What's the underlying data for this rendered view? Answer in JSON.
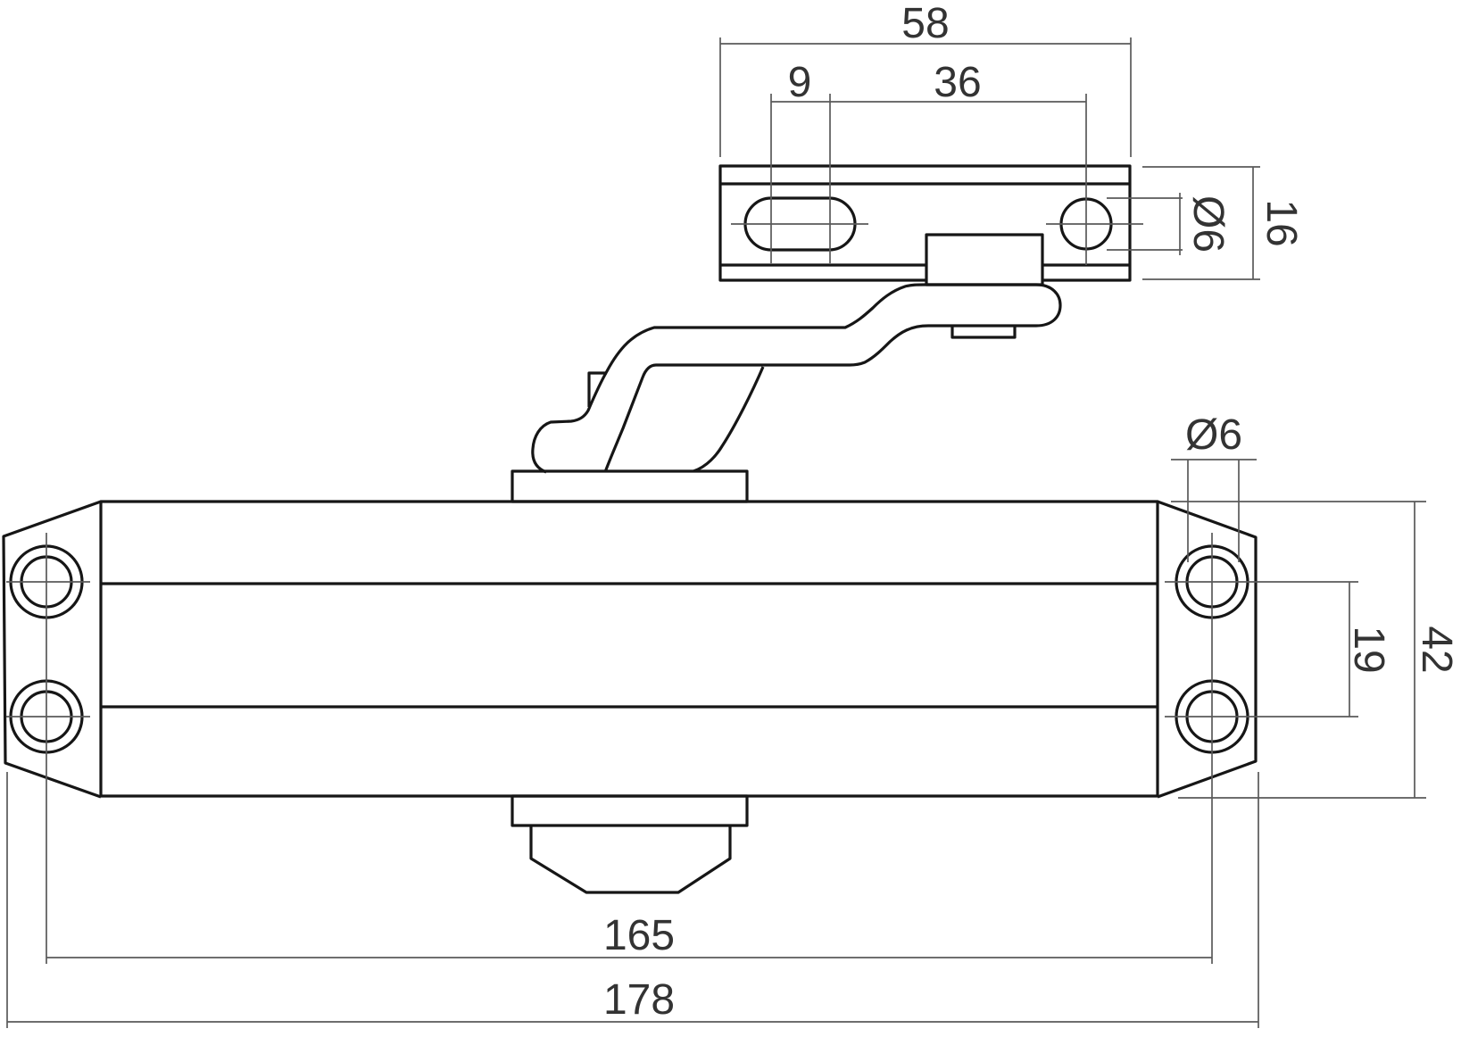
{
  "drawing": {
    "title": "Door closer technical drawing, side elevation",
    "dimensions": {
      "plate_width": "58",
      "slot_length": "9",
      "hole_spacing": "36",
      "plate_hole_diameter": "Ø6",
      "plate_height": "16",
      "body_hole_diameter": "Ø6",
      "body_hole_spacing": "19",
      "body_height": "42",
      "mounting_hole_span": "165",
      "overall_length": "178"
    },
    "colors": {
      "background": "#ffffff",
      "outline": "#161616",
      "dimension_lines": "#5a5a5a",
      "text": "#333333"
    }
  }
}
